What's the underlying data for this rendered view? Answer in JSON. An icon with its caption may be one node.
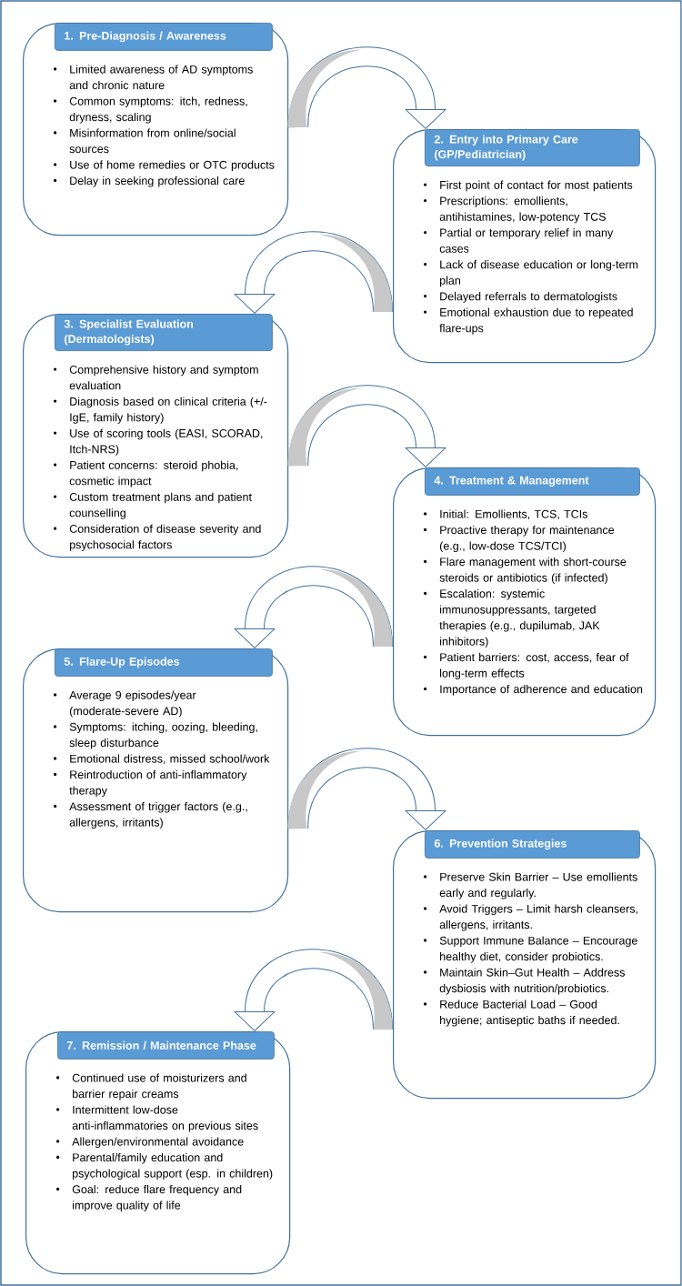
{
  "diagram": {
    "nodes": [
      {
        "text": [
          "1. Pre-Diagnosis / Awareness",
          "Limited awareness of AD symptoms and chronic nature",
          "Common symptoms: itch, redness, dryness, scaling",
          "Misinformation from online/social sources",
          "Use of home remedies or OTC products",
          "Delay in seeking professional care"
        ]
      },
      {
        "text": [
          "2. Entry into Primary Care (GP/Pediatrician)",
          "First point of contact for most patients",
          "Prescriptions: emollients, antihistamines, low-potency TCS",
          "Partial or temporary relief in many cases",
          "Lack of disease education or long-term plan",
          "Delayed referrals to dermatologists",
          "Emotional exhaustion due to repeated flare-ups"
        ]
      },
      {
        "text": [
          "3. Specialist Evaluation (Dermatologists)",
          "Comprehensive history and symptom evaluation",
          "Diagnosis based on clinical criteria (+/- IgE, family history)",
          "Use of scoring tools (EASI, SCORAD, Itch-NRS)",
          "Patient concerns: steroid phobia, cosmetic impact",
          "Custom treatment plans and patient counselling",
          "Consideration of disease severity and psychosocial factors"
        ]
      },
      {
        "text": [
          "4. Treatment & Management",
          "Initial: Emollients, TCS, TCIs",
          "Proactive therapy for maintenance (e.g., low-dose TCS/TCI)",
          "Flare management with short-course steroids or antibiotics (if infected)",
          "Escalation: systemic immunosuppressants, targeted therapies (e.g., dupilumab, JAK inhibitors)",
          "Patient barriers: cost, access, fear of long-term effects",
          "Importance of adherence and education"
        ]
      },
      {
        "text": [
          "5. Flare-Up Episodes",
          "Average 9 episodes/year (moderate-severe AD)",
          "Symptoms: itching, oozing, bleeding, sleep disturbance",
          "Emotional distress, missed school/work",
          "Reintroduction of anti-inflammatory therapy",
          "Assessment of trigger factors (e.g., allergens, irritants)"
        ]
      },
      {
        "text": [
          "6. Prevention Strategies",
          "Preserve Skin Barrier – Use emollients early and regularly.",
          "Avoid Triggers – Limit harsh cleansers, allergens, irritants.",
          "Support Immune Balance – Encourage healthy diet, consider probiotics.",
          "Maintain Skin–Gut Health – Address dysbiosis with nutrition/probiotics.",
          "Reduce Bacterial Load – Good hygiene; antiseptic baths if needed."
        ]
      },
      {
        "text": [
          "7. Remission / Maintenance Phase",
          "Continued use of moisturizers and barrier repair creams",
          "Intermittent low-dose anti-inflammatories on previous sites",
          "Allergen/environmental avoidance",
          "Parental/family education and psychological support (esp. in children)",
          "Goal: reduce flare frequency and improve quality of life"
        ]
      }
    ],
    "edges": [
      {
        "from": 0,
        "to": 1,
        "arrow": "to"
      },
      {
        "from": 1,
        "to": 2,
        "arrow": "to"
      },
      {
        "from": 2,
        "to": 3,
        "arrow": "to"
      },
      {
        "from": 3,
        "to": 4,
        "arrow": "to"
      },
      {
        "from": 4,
        "to": 5,
        "arrow": "to"
      },
      {
        "from": 5,
        "to": 6,
        "arrow": "to"
      }
    ]
  }
}
